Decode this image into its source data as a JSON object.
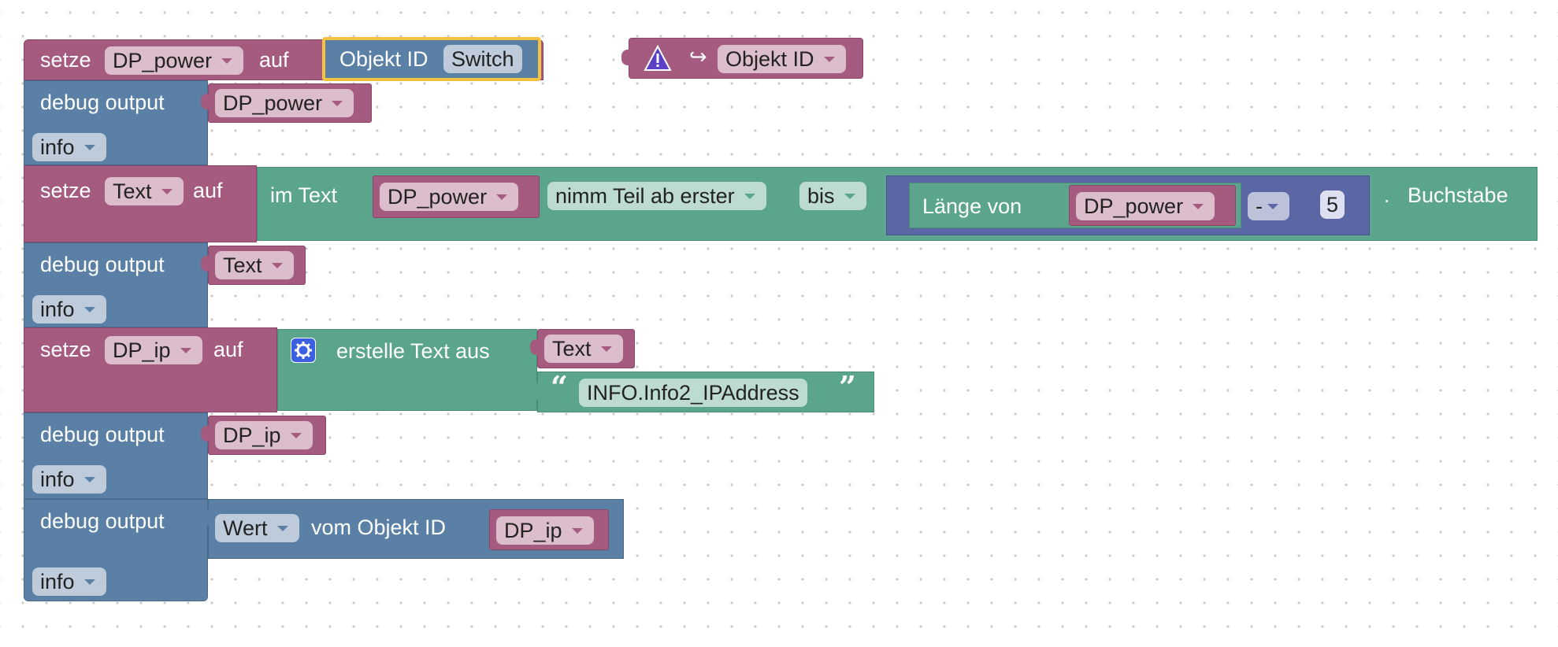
{
  "workspace": {
    "colors": {
      "variable": "#a55b80",
      "text": "#5ba58c",
      "math": "#5b67a5",
      "debug": "#5b80a5",
      "selected_outline": "#f5c242"
    }
  },
  "block1": {
    "set_label": "setze",
    "variable": "DP_power",
    "to_label": "auf",
    "object_id_label": "Objekt ID",
    "object_id_value": "Switch"
  },
  "floating": {
    "warning_icon": "warning-icon",
    "arrow_icon": "return-arrow-icon",
    "object_id": "Objekt ID"
  },
  "debug1": {
    "label": "debug output",
    "value": "DP_power",
    "level": "info"
  },
  "block2": {
    "set_label": "setze",
    "variable": "Text",
    "to_label": "auf",
    "in_text_label": "im Text",
    "source": "DP_power",
    "mode": "nimm Teil ab erster",
    "to_mode": "bis",
    "length_label": "Länge von",
    "length_of": "DP_power",
    "operator": "-",
    "number": "5",
    "dot": ".",
    "letter_label": "Buchstabe"
  },
  "debug2": {
    "label": "debug output",
    "value": "Text",
    "level": "info"
  },
  "block3": {
    "set_label": "setze",
    "variable": "DP_ip",
    "to_label": "auf",
    "gear_icon": "gear-icon",
    "create_label": "erstelle Text aus",
    "item1": "Text",
    "quote_open": "“",
    "item2": "INFO.Info2_IPAddress",
    "quote_close": "”"
  },
  "debug3": {
    "label": "debug output",
    "value": "DP_ip",
    "level": "info"
  },
  "debug4": {
    "label": "debug output",
    "property": "Wert",
    "of_object_label": "vom Objekt ID",
    "object": "DP_ip",
    "level": "info"
  }
}
